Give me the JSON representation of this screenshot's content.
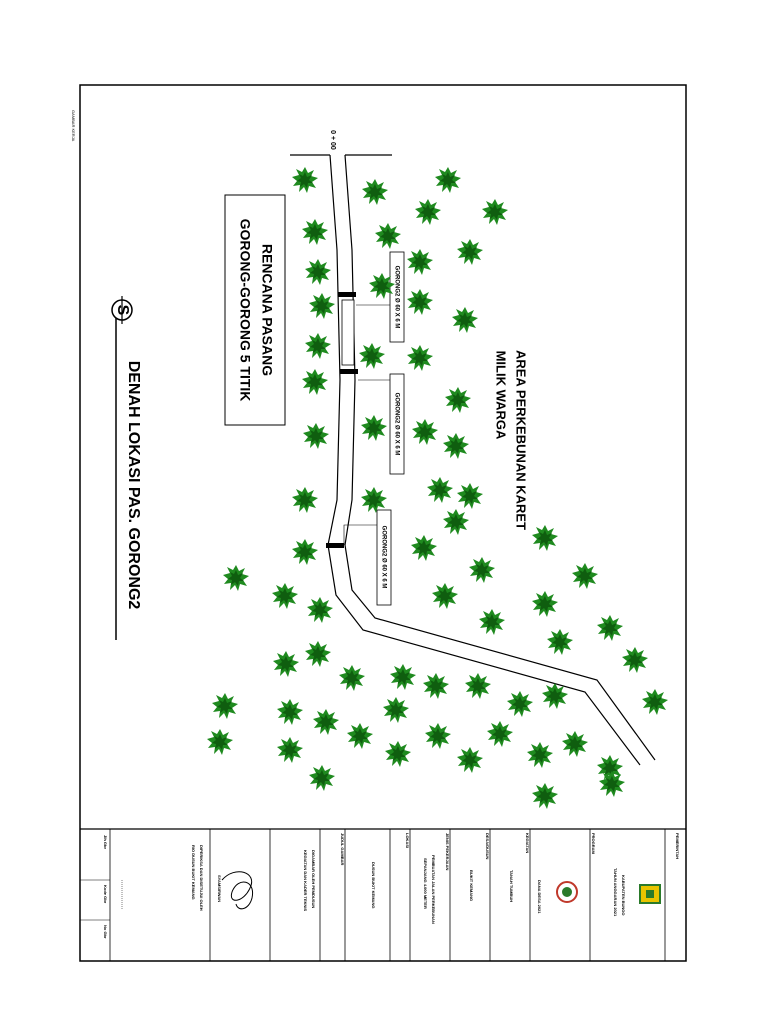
{
  "drawing": {
    "corner_note": "GAMBAR KERJA",
    "chainage": "0 + 00",
    "main_title": "DENAH LOKASI PAS. GORONG2",
    "plan_note_line1": "RENCANA PASANG",
    "plan_note_line2": "GORONG-GORONG 5 TITIK",
    "area_label_line1": "AREA PERKEBUNAN KARET",
    "area_label_line2": "MILIK WARGA",
    "culvert_label_1": "GORONG2 Ø 60 X 6 M",
    "culvert_label_2": "GORONG2 Ø 60 X 6 M",
    "culvert_label_3": "GORONG2 Ø 60 X 6 M",
    "north_symbol": "S"
  },
  "title_block": {
    "pemerintah": "PEMERINTAH",
    "kabupaten_line1": "KABUPATEN BUNGO",
    "kabupaten_line2": "TAHUN ANGGARAN 2021",
    "program_label": "PROGRAM",
    "program_value": "DANA DESA 2021",
    "kegiatan_label": "KEGIATAN",
    "kegiatan_value": "TANAH TUMBUH",
    "desa_label": "DESA/DUSUN",
    "desa_value": "BUKIT KEMANG",
    "jenis_label": "JENIS PEKERJAAN",
    "jenis_value_line1": "PEMBUATAN JALAN PERKEBUNAN",
    "jenis_value_line2": "SEPANJANG 4.000 METER",
    "lokasi_label": "LOKASI",
    "lokasi_value": "DUSUN BUKIT KEMANG",
    "judul_label": "JUDUL GAMBAR",
    "digambar_line1": "DIGAMBAR OLEH PEMDUSUN",
    "digambar_line2": "KEGIATAN DAN KADER TEKNIS",
    "diperiksa_line1": "DIPERIKSA DAN DISETUJUI OLEH",
    "diperiksa_line2": "RIO DUSUN BUKIT KEMANG",
    "signature_name": "SYAMSIRWAN",
    "jml_label": "Jlh Gbr",
    "kode_label": "Kode Gbr",
    "no_label": "No Gbr"
  },
  "colors": {
    "tree": "#1f8a1f",
    "tree_dark": "#0f5e0f",
    "line": "#000000"
  }
}
